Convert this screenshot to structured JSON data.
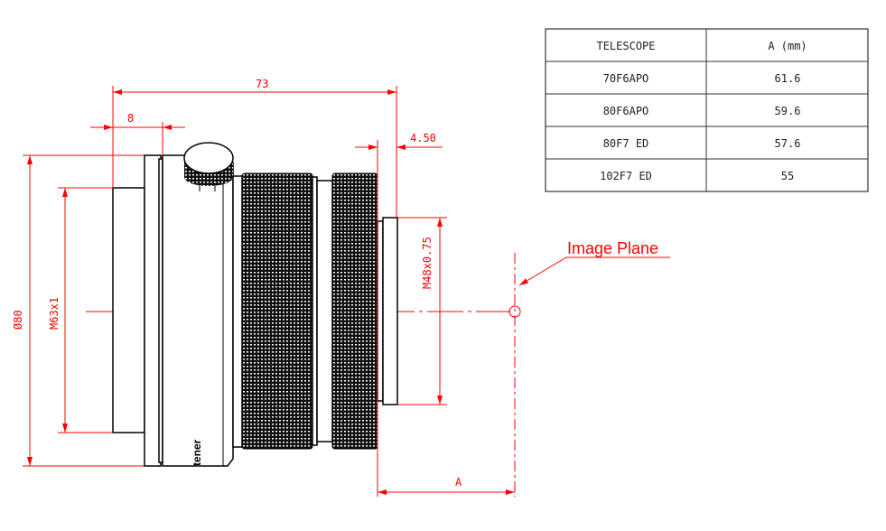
{
  "dimensions": {
    "overall_length": "73",
    "flange_width": "8",
    "rear_offset": "4.50",
    "body_diameter": "Ø80",
    "front_thread": "M63x1",
    "rear_thread": "M48x0.75",
    "back_focus": "A"
  },
  "annotation": {
    "image_plane": "Image Plane"
  },
  "brand_logo_text": "tener",
  "table": {
    "headers": [
      "TELESCOPE",
      "A (mm)"
    ],
    "rows": [
      [
        "70F6APO",
        "61.6"
      ],
      [
        "80F6APO",
        "59.6"
      ],
      [
        "80F7 ED",
        "57.6"
      ],
      [
        "102F7 ED",
        "55"
      ]
    ]
  },
  "colors": {
    "dimension": "#ff0000",
    "outline": "#000000"
  }
}
